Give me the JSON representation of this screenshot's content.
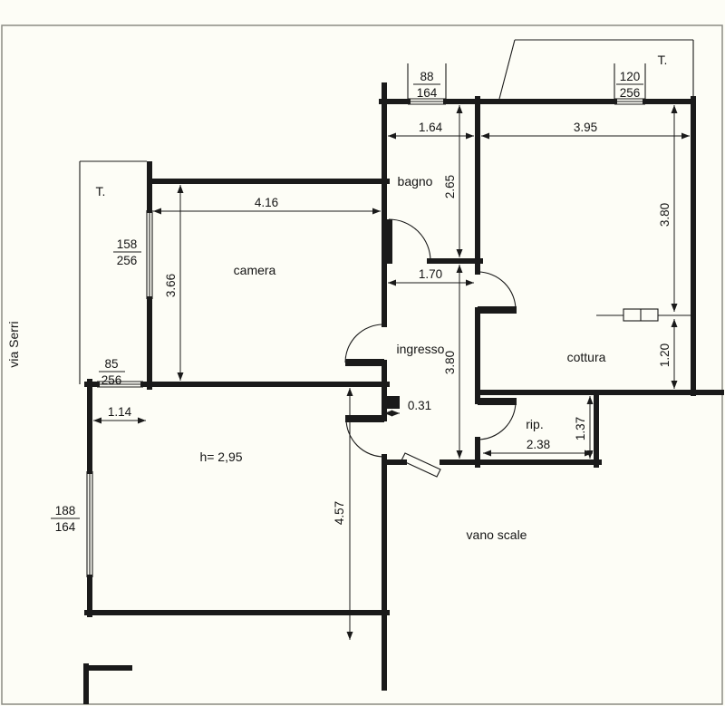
{
  "plan": {
    "street_label": "via Serri",
    "stair_label": "vano scale",
    "ceiling_note": "h= 2,95",
    "terrace_top_right": "T.",
    "terrace_left": "T."
  },
  "rooms": {
    "camera": "camera",
    "bagno": "bagno",
    "ingresso": "ingresso",
    "cottura": "cottura",
    "rip": "rip."
  },
  "dims": {
    "camera_width": "4.16",
    "camera_depth": "3.66",
    "bagno_width": "1.64",
    "bagno_depth": "2.65",
    "kitchen_width": "3.95",
    "kitchen_depth": "3.80",
    "hall_width": "1.70",
    "hall_depth": "3.80",
    "cottura_depth": "1.20",
    "rip_width": "2.38",
    "rip_depth": "1.37",
    "living_offset": "1.14",
    "living_depth": "4.57",
    "wall_stub": "0.31"
  },
  "openings": {
    "bagno_win_w": "88",
    "bagno_win_h": "164",
    "kitchen_win_w": "120",
    "kitchen_win_h": "256",
    "camera_win_w": "158",
    "camera_win_h": "256",
    "terrace_door_w": "85",
    "terrace_door_h": "256",
    "living_win_w": "188",
    "living_win_h": "164"
  }
}
